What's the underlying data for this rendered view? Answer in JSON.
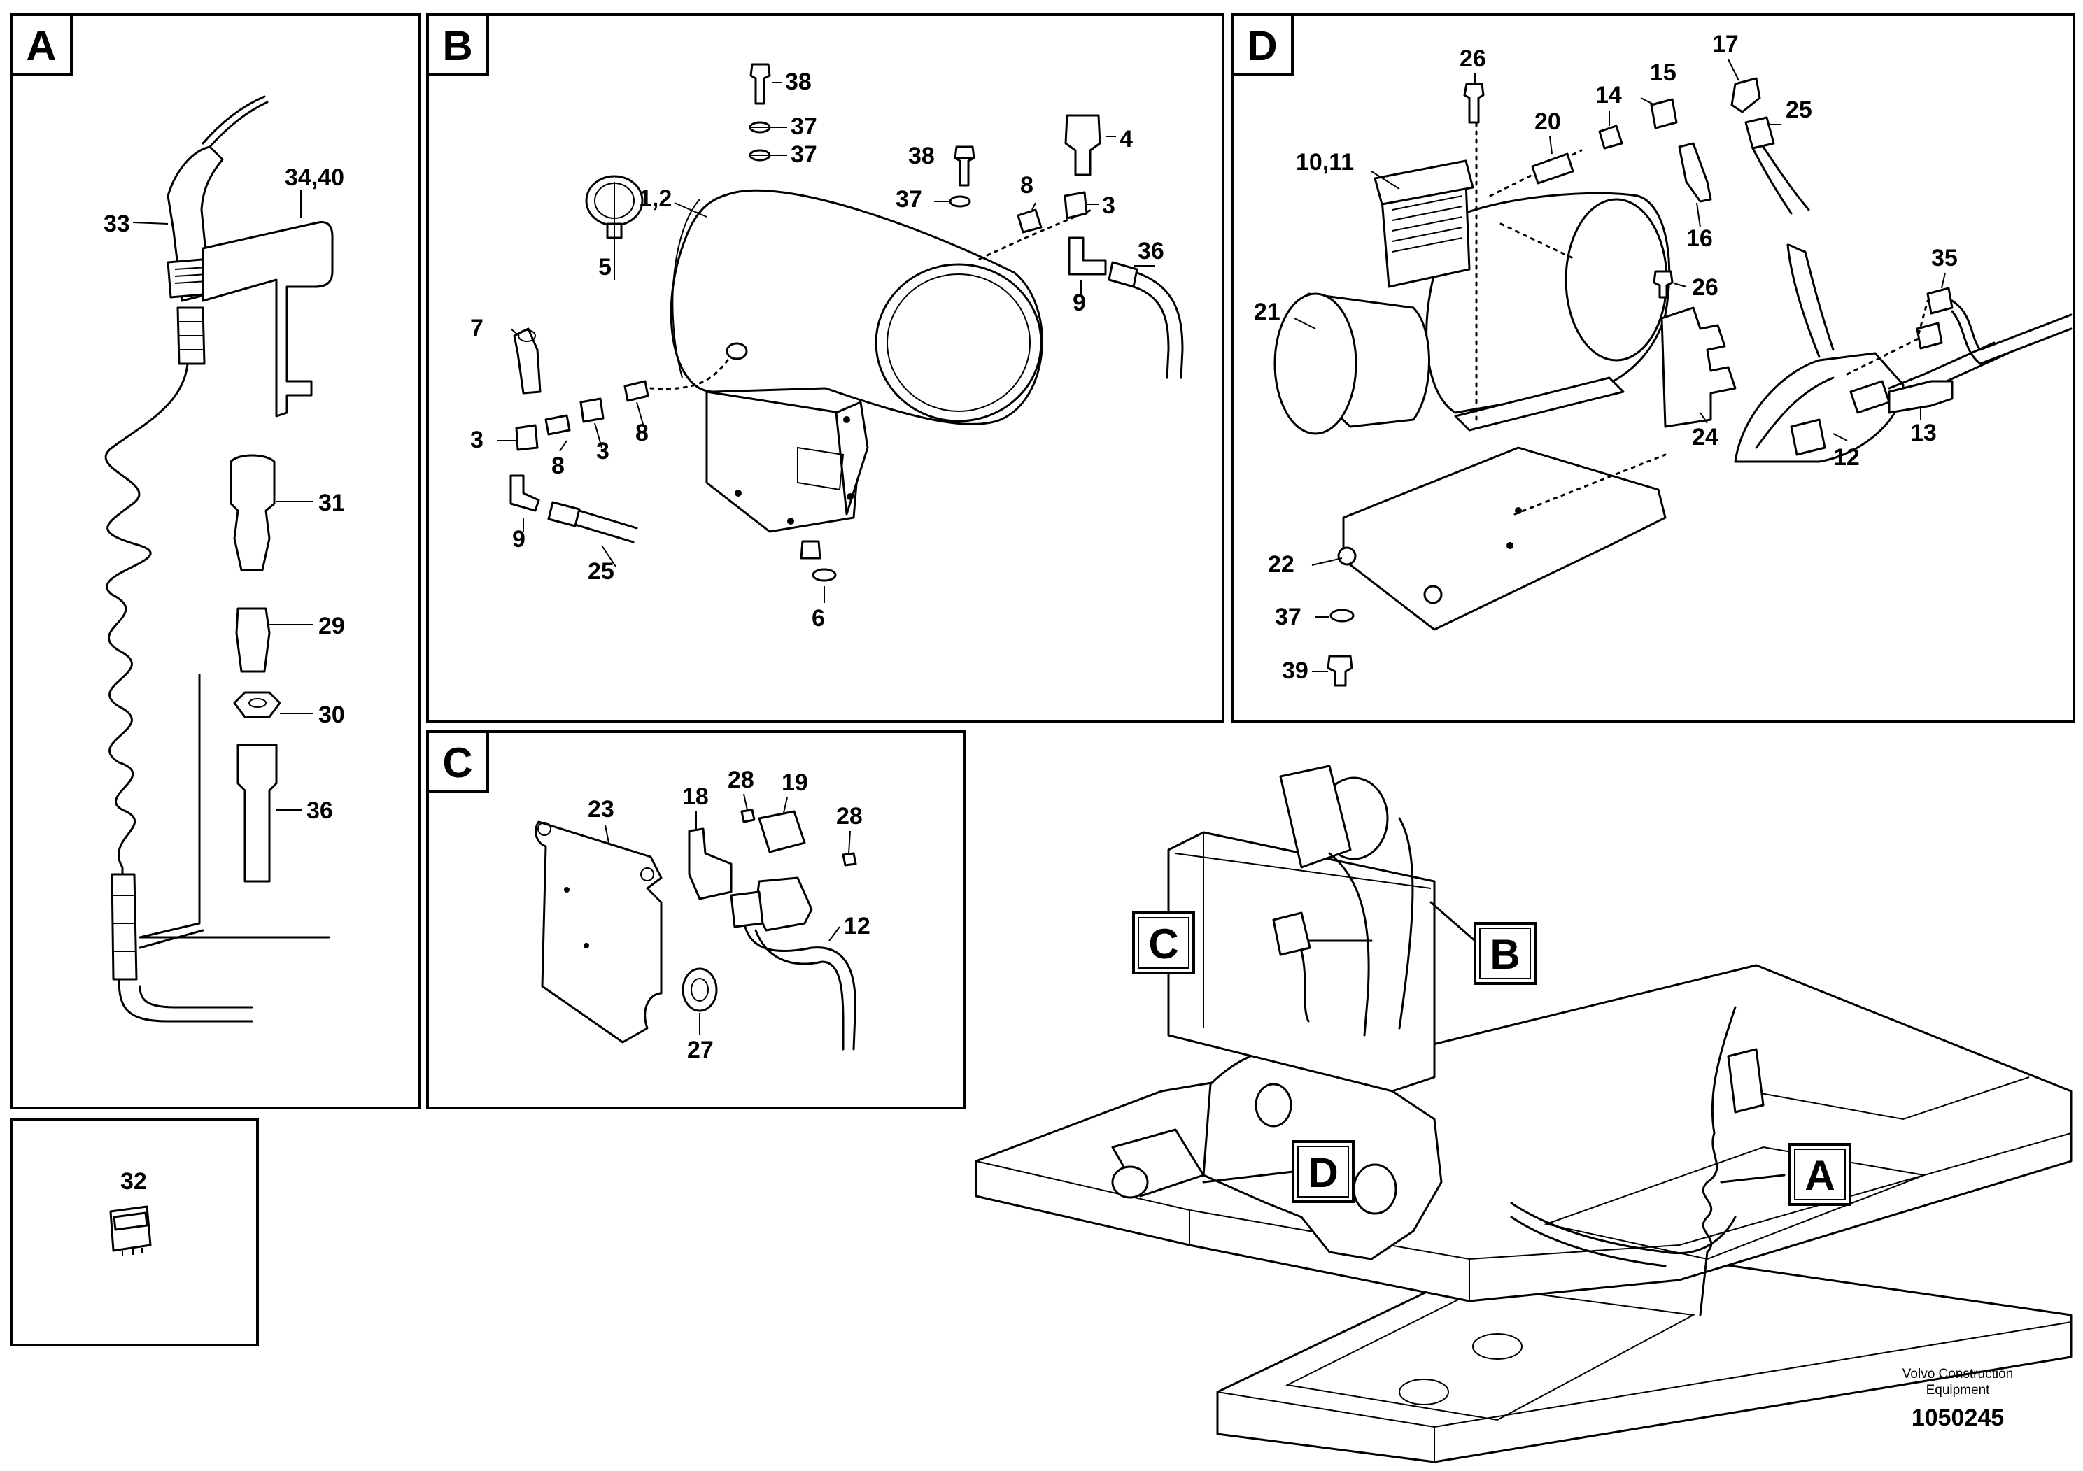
{
  "section_labels": {
    "a": "A",
    "b": "B",
    "c": "C",
    "d": "D"
  },
  "callouts": {
    "a": "A",
    "b": "B",
    "c": "C",
    "d": "D"
  },
  "section_a": {
    "n33": "33",
    "n34_40": "34,40",
    "n31": "31",
    "n29": "29",
    "n30": "30",
    "n36": "36"
  },
  "section_small": {
    "n32": "32"
  },
  "section_b": {
    "n38a": "38",
    "n37a": "37",
    "n37b": "37",
    "n38b": "38",
    "n4": "4",
    "n37c": "37",
    "n8a": "8",
    "n3a": "3",
    "n1_2": "1,2",
    "n36": "36",
    "n9a": "9",
    "n5": "5",
    "n7": "7",
    "n3b": "3",
    "n8b": "8",
    "n3c": "3",
    "n8c": "8",
    "n9b": "9",
    "n25": "25",
    "n6": "6"
  },
  "section_c": {
    "n23": "23",
    "n18": "18",
    "n28a": "28",
    "n19": "19",
    "n28b": "28",
    "n12": "12",
    "n27": "27"
  },
  "section_d": {
    "n26a": "26",
    "n15": "15",
    "n17": "17",
    "n14": "14",
    "n20": "20",
    "n25": "25",
    "n10_11": "10,11",
    "n16": "16",
    "n35": "35",
    "n26b": "26",
    "n21": "21",
    "n24": "24",
    "n12": "12",
    "n13": "13",
    "n22": "22",
    "n37": "37",
    "n39": "39"
  },
  "footer": {
    "credit_line1": "Volvo Construction",
    "credit_line2": "Equipment",
    "doc_id": "1050245"
  }
}
